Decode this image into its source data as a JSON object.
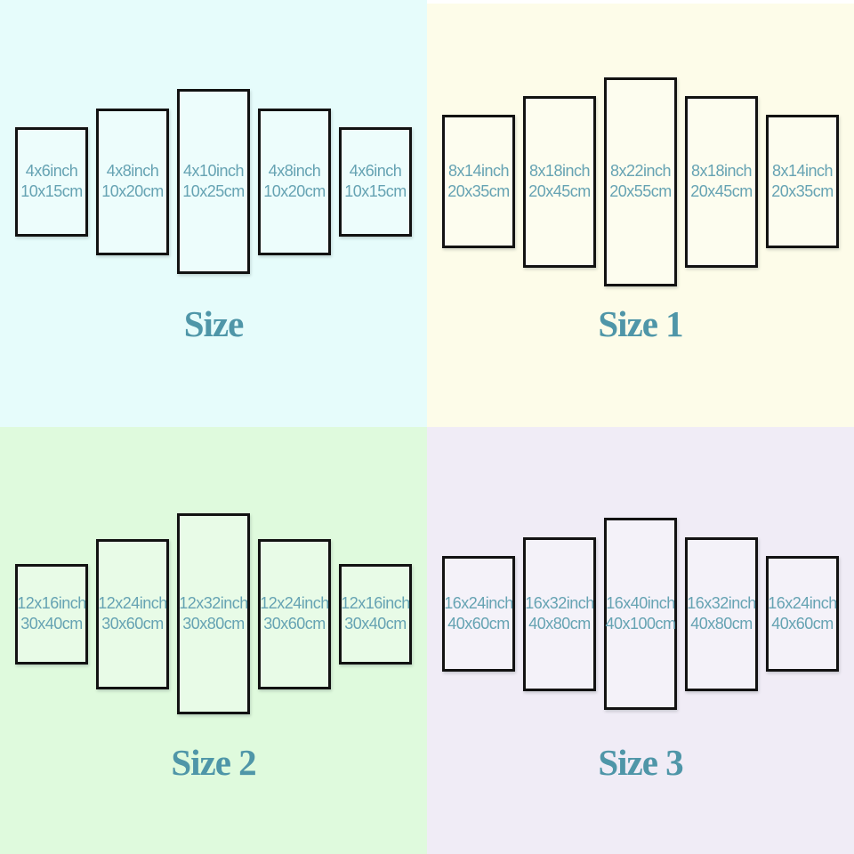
{
  "colors": {
    "quadrant_backgrounds": [
      "#e6fcfb",
      "#fdfce9",
      "#dffadd",
      "#f0ecf6"
    ],
    "panel_border": "#121212",
    "label_text": "#66a3b3",
    "title_text": "#4f96a8"
  },
  "quadrants": [
    {
      "title": "Size",
      "bg_color": "#e6fcfb",
      "panels": [
        {
          "inch": "4x6inch",
          "cm": "10x15cm"
        },
        {
          "inch": "4x8inch",
          "cm": "10x20cm"
        },
        {
          "inch": "4x10inch",
          "cm": "10x25cm"
        },
        {
          "inch": "4x8inch",
          "cm": "10x20cm"
        },
        {
          "inch": "4x6inch",
          "cm": "10x15cm"
        }
      ]
    },
    {
      "title": "Size 1",
      "bg_color": "#fdfce9",
      "panels": [
        {
          "inch": "8x14inch",
          "cm": "20x35cm"
        },
        {
          "inch": "8x18inch",
          "cm": "20x45cm"
        },
        {
          "inch": "8x22inch",
          "cm": "20x55cm"
        },
        {
          "inch": "8x18inch",
          "cm": "20x45cm"
        },
        {
          "inch": "8x14inch",
          "cm": "20x35cm"
        }
      ]
    },
    {
      "title": "Size 2",
      "bg_color": "#dffadd",
      "panels": [
        {
          "inch": "12x16inch",
          "cm": "30x40cm"
        },
        {
          "inch": "12x24inch",
          "cm": "30x60cm"
        },
        {
          "inch": "12x32inch",
          "cm": "30x80cm"
        },
        {
          "inch": "12x24inch",
          "cm": "30x60cm"
        },
        {
          "inch": "12x16inch",
          "cm": "30x40cm"
        }
      ]
    },
    {
      "title": "Size 3",
      "bg_color": "#f0ecf6",
      "panels": [
        {
          "inch": "16x24inch",
          "cm": "40x60cm"
        },
        {
          "inch": "16x32inch",
          "cm": "40x80cm"
        },
        {
          "inch": "16x40inch",
          "cm": "40x100cm"
        },
        {
          "inch": "16x32inch",
          "cm": "40x80cm"
        },
        {
          "inch": "16x24inch",
          "cm": "40x60cm"
        }
      ]
    }
  ]
}
